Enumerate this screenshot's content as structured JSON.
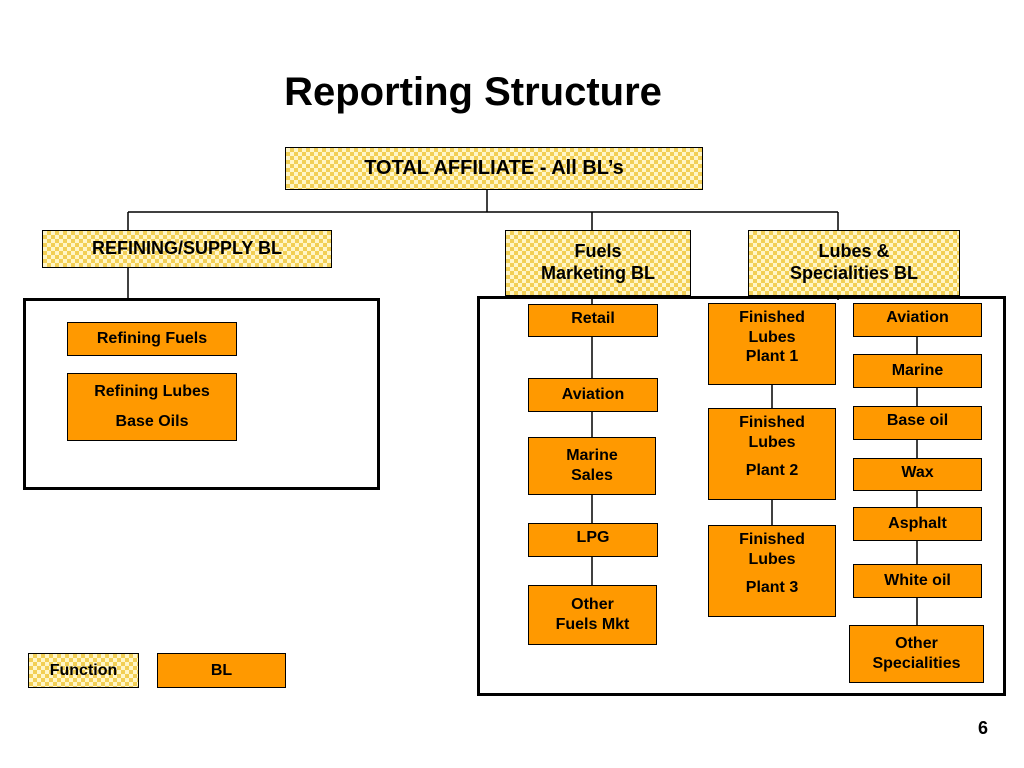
{
  "title": "Reporting Structure",
  "top": "TOTAL AFFILIATE -  All BL’s",
  "refining": {
    "header": "REFINING/SUPPLY BL",
    "items": [
      "Refining Fuels",
      "Refining Lubes",
      "Base Oils"
    ]
  },
  "fuels": {
    "header_line1": "Fuels",
    "header_line2": "Marketing BL",
    "items": [
      "Retail",
      "Aviation",
      "Marine",
      "Sales",
      "LPG",
      "Other",
      "Fuels Mkt"
    ]
  },
  "lubes": {
    "header_line1": "Lubes &",
    "header_line2": "Specialities BL",
    "plants": [
      {
        "l1": "Finished",
        "l2": "Lubes",
        "l3": "Plant 1"
      },
      {
        "l1": "Finished",
        "l2": "Lubes",
        "l3": "Plant 2"
      },
      {
        "l1": "Finished",
        "l2": "Lubes",
        "l3": "Plant 3"
      }
    ],
    "specialities": [
      "Aviation",
      "Marine",
      "Base oil",
      "Wax",
      "Asphalt",
      "White oil",
      "Other",
      "Specialities"
    ]
  },
  "legend": {
    "function": "Function",
    "bl": "BL"
  },
  "page_number": "6",
  "colors": {
    "orange": "#ff9900",
    "checker_light": "#fff6c8",
    "checker_dark": "#f2cf55"
  }
}
